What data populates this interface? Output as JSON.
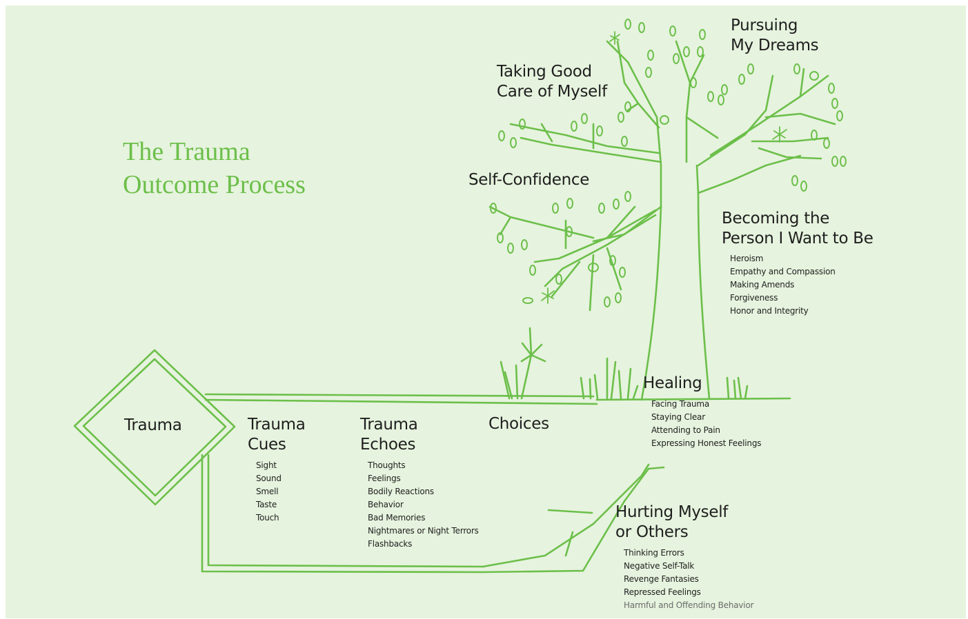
{
  "title": {
    "line1": "The Trauma",
    "line2": "Outcome Process"
  },
  "colors": {
    "background": "#e6f3de",
    "line": "#6cbf4a",
    "title": "#6cbf4a",
    "text": "#1e1e1e"
  },
  "nodes": {
    "trauma": "Trauma",
    "cues": {
      "line1": "Trauma",
      "line2": "Cues",
      "items": [
        "Sight",
        "Sound",
        "Smell",
        "Taste",
        "Touch"
      ]
    },
    "echoes": {
      "line1": "Trauma",
      "line2": "Echoes",
      "items": [
        "Thoughts",
        "Feelings",
        "Bodily Reactions",
        "Behavior",
        "Bad Memories",
        "Nightmares or Night Terrors",
        "Flashbacks"
      ]
    },
    "choices": "Choices",
    "healing": {
      "label": "Healing",
      "items": [
        "Facing Trauma",
        "Staying Clear",
        "Attending to Pain",
        "Expressing Honest Feelings"
      ]
    },
    "hurting": {
      "line1": "Hurting Myself",
      "line2": "or Others",
      "items": [
        "Thinking Errors",
        "Negative Self-Talk",
        "Revenge Fantasies",
        "Repressed Feelings",
        "Harmful and Offending Behavior"
      ]
    },
    "self_confidence": "Self-Confidence",
    "taking_care": {
      "line1": "Taking Good",
      "line2": "Care of Myself"
    },
    "pursuing": {
      "line1": "Pursuing",
      "line2": "My Dreams"
    },
    "becoming": {
      "line1": "Becoming the",
      "line2": "Person I Want to Be",
      "items": [
        "Heroism",
        "Empathy and Compassion",
        "Making Amends",
        "Forgiveness",
        "Honor and Integrity"
      ]
    }
  }
}
